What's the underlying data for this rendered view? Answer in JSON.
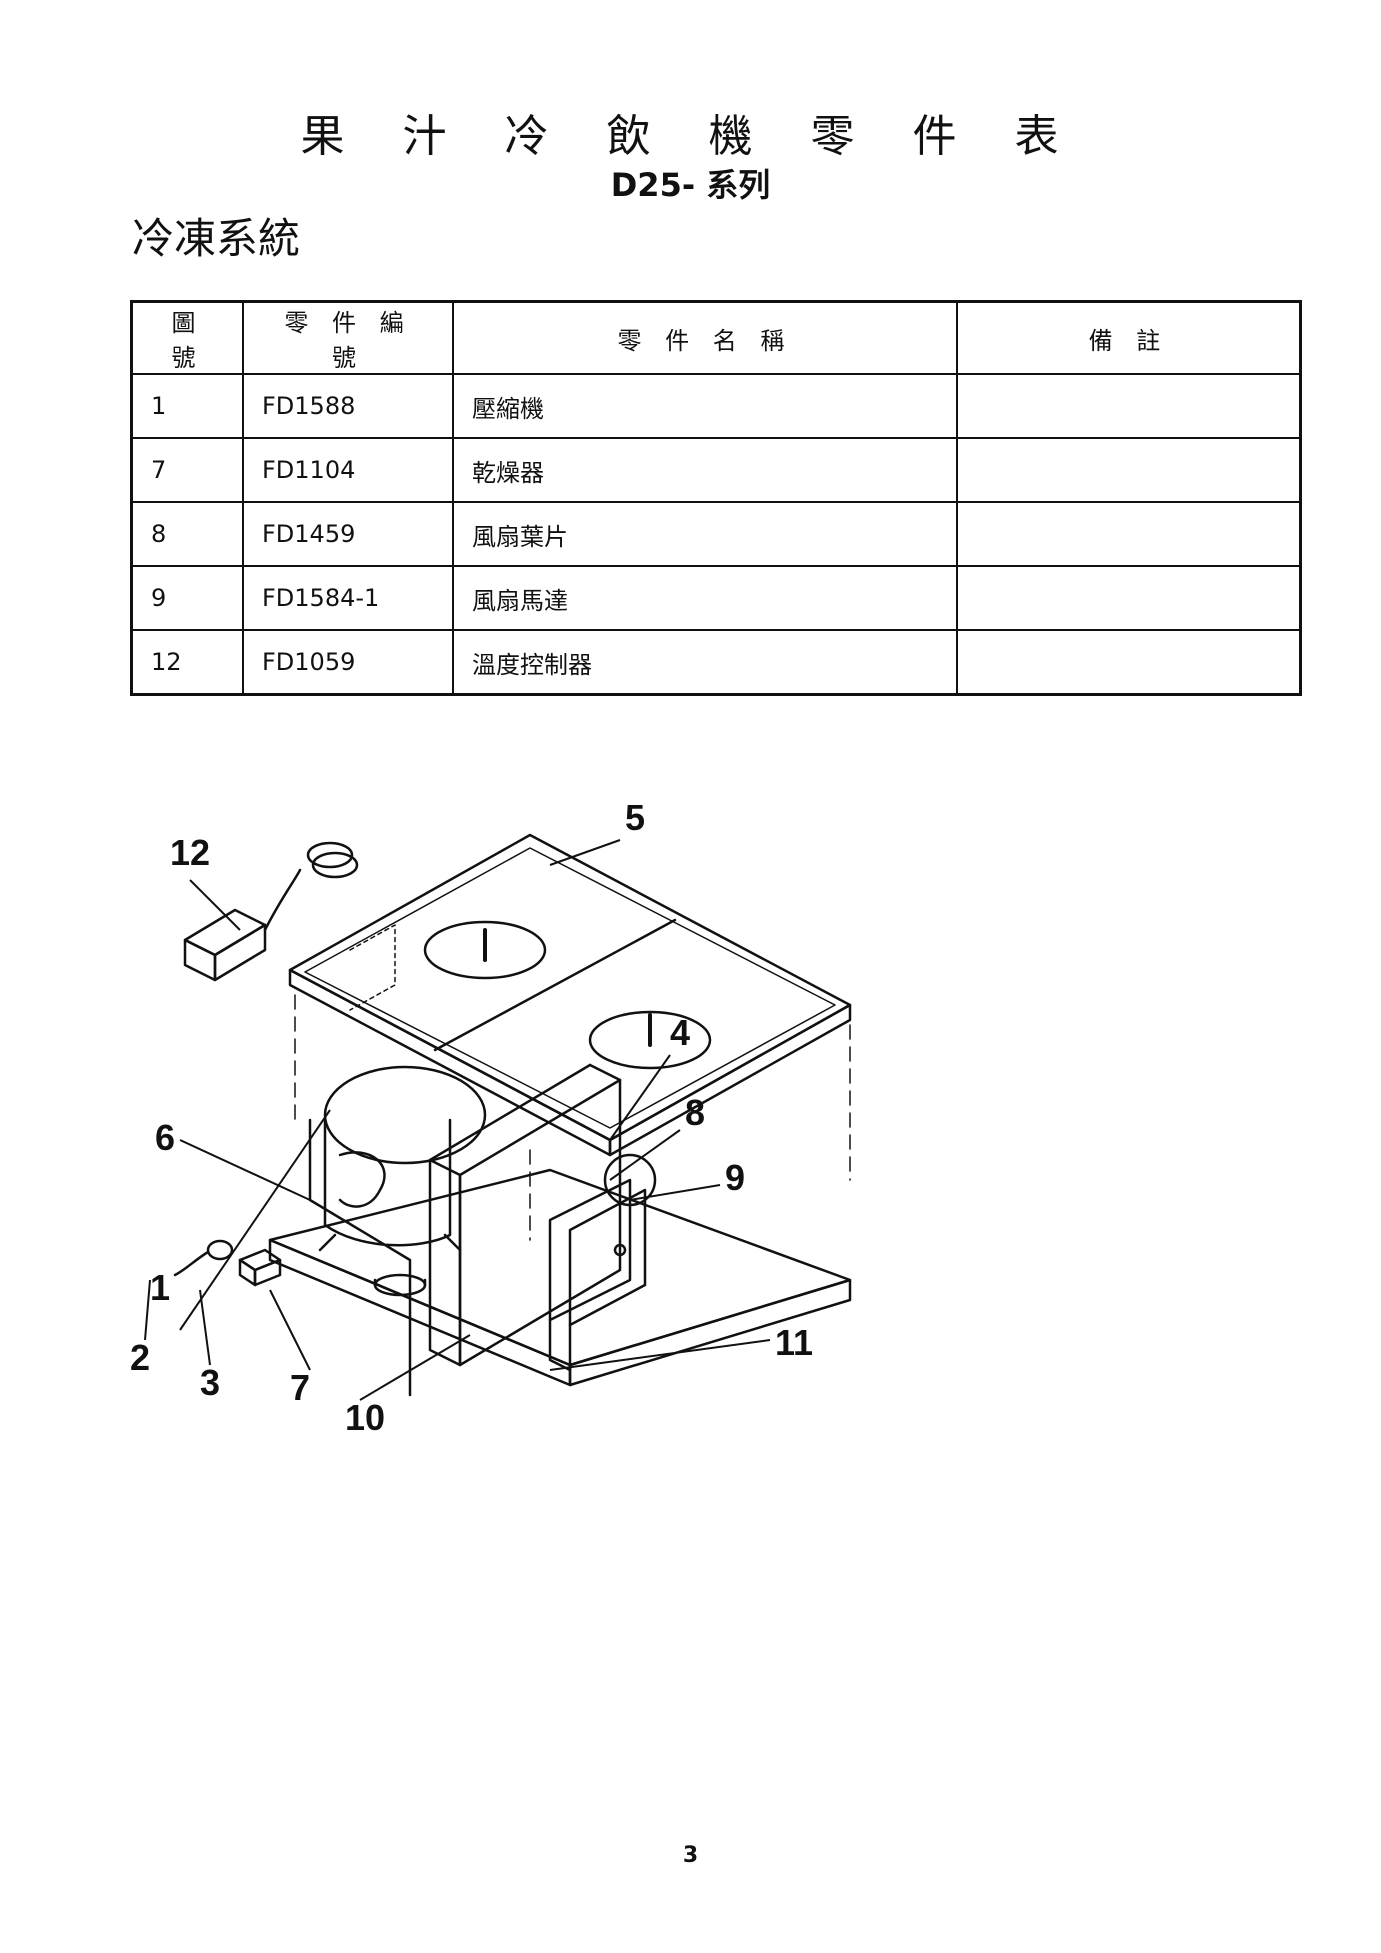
{
  "title": "果 汁 冷 飲 機 零 件 表",
  "subtitle": "D25-  系列",
  "section": "冷凍系統",
  "table": {
    "headers": [
      "圖 號",
      "零 件 編 號",
      "零 件 名 稱",
      "備 註"
    ],
    "rows": [
      [
        "1",
        "FD1588",
        "壓縮機",
        ""
      ],
      [
        "7",
        "FD1104",
        "乾燥器",
        ""
      ],
      [
        "8",
        "FD1459",
        "風扇葉片",
        ""
      ],
      [
        "9",
        "FD1584-1",
        "風扇馬達",
        ""
      ],
      [
        "12",
        "FD1059",
        "溫度控制器",
        ""
      ]
    ]
  },
  "diagram": {
    "callouts": [
      "12",
      "5",
      "6",
      "1",
      "4",
      "8",
      "9",
      "2",
      "3",
      "7",
      "10",
      "11"
    ]
  },
  "page_number": "3"
}
